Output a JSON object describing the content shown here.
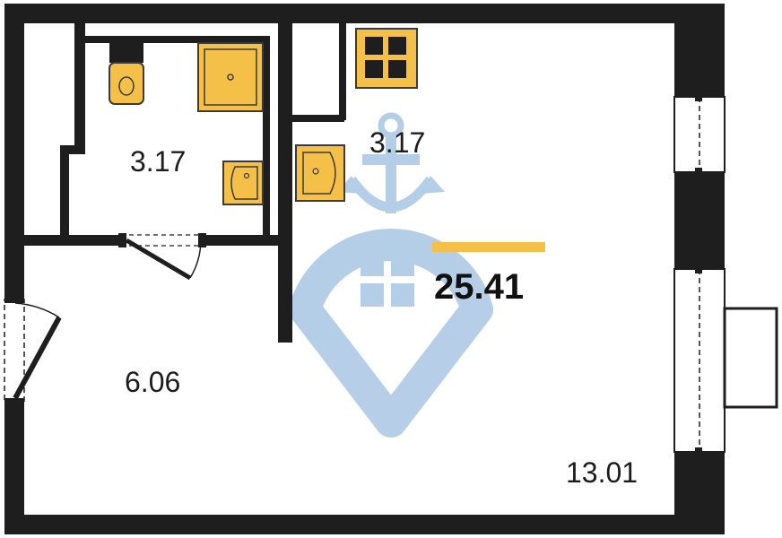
{
  "rooms": {
    "bathroom_area": "3.17",
    "kitchen_area": "3.17",
    "hallway_area": "6.06",
    "living_area": "13.01"
  },
  "total_area": "25.41",
  "colors": {
    "wall": "#1e1e1e",
    "fixture_fill": "#f5c048",
    "fixture_stroke": "#3a3a3a",
    "accent_bar": "#f5c048",
    "watermark": "#a9c6e4"
  },
  "watermark": {
    "icon": "anchor-heart-logo-icon"
  }
}
